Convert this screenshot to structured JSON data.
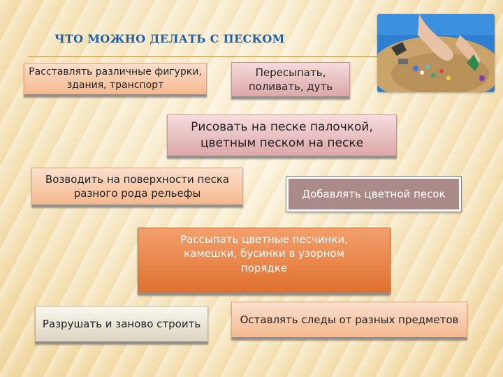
{
  "title": "ЧТО МОЖНО ДЕЛАТЬ С ПЕСКОМ",
  "boxes": {
    "b1": "Расставлять различные фигурки, здания, транспорт",
    "b2": "Пересыпать, поливать, дуть",
    "b3": "Рисовать на песке палочкой, цветным песком на песке",
    "b4": "Возводить на поверхности песка разного рода рельефы",
    "b5": "Добавлять цветной песок",
    "b6": "Рассыпать цветные песчинки, камешки, бусинки в узорном порядке",
    "b7": "Разрушать и заново строить",
    "b8": "Оставлять следы от разных предметов"
  },
  "colors": {
    "title": "#1f5fa6",
    "peach": "#f4b88f",
    "pink": "#dca7a7",
    "beige": "#ddd5c1",
    "mauve": "#a98a87",
    "orange": "#e0702f"
  }
}
